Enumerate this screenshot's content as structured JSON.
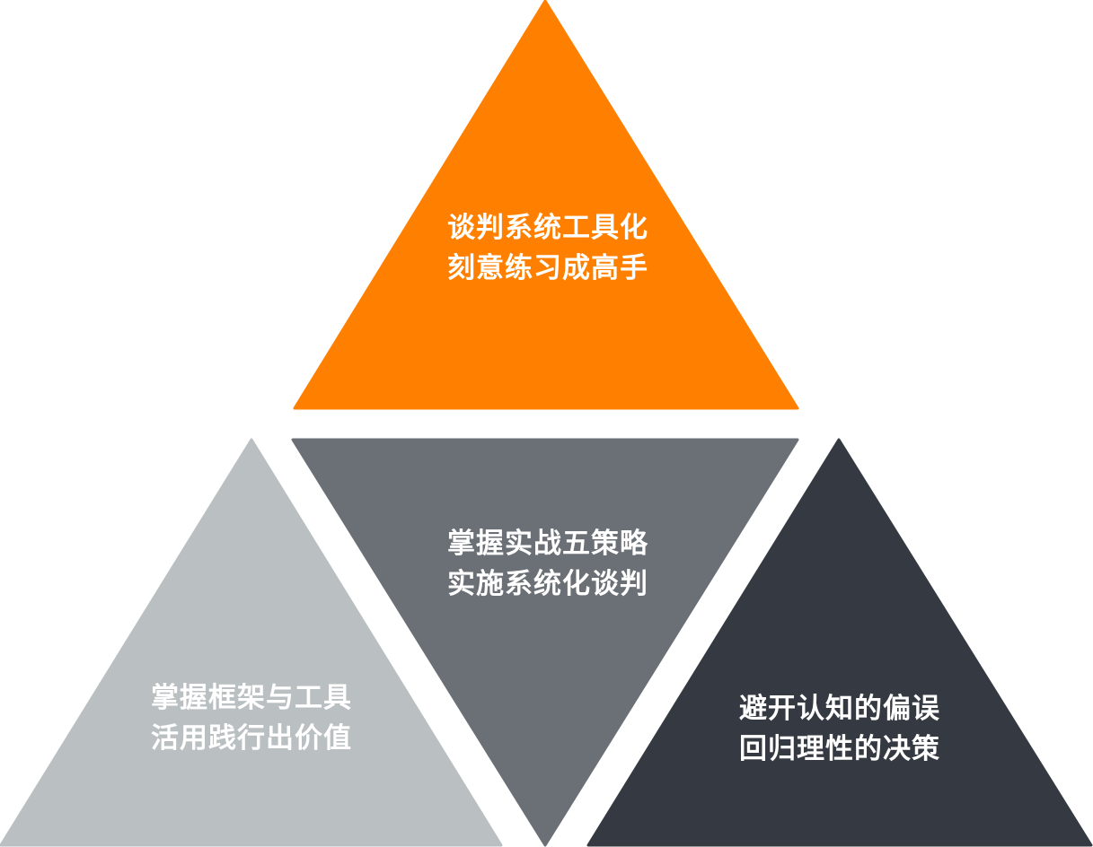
{
  "diagram": {
    "type": "triangle-pyramid",
    "colors": {
      "top": "#FF8000",
      "center": "#6B7076",
      "left": "#BABFC1",
      "right": "#353A42",
      "text": "#FFFFFF",
      "background": "#FFFFFF"
    },
    "segments": {
      "top": {
        "line1": "谈判系统工具化",
        "line2": "刻意练习成高手"
      },
      "center": {
        "line1": "掌握实战五策略",
        "line2": "实施系统化谈判"
      },
      "left": {
        "line1": "掌握框架与工具",
        "line2": "活用践行出价值"
      },
      "right": {
        "line1": "避开认知的偏误",
        "line2": "回归理性的决策"
      }
    }
  }
}
